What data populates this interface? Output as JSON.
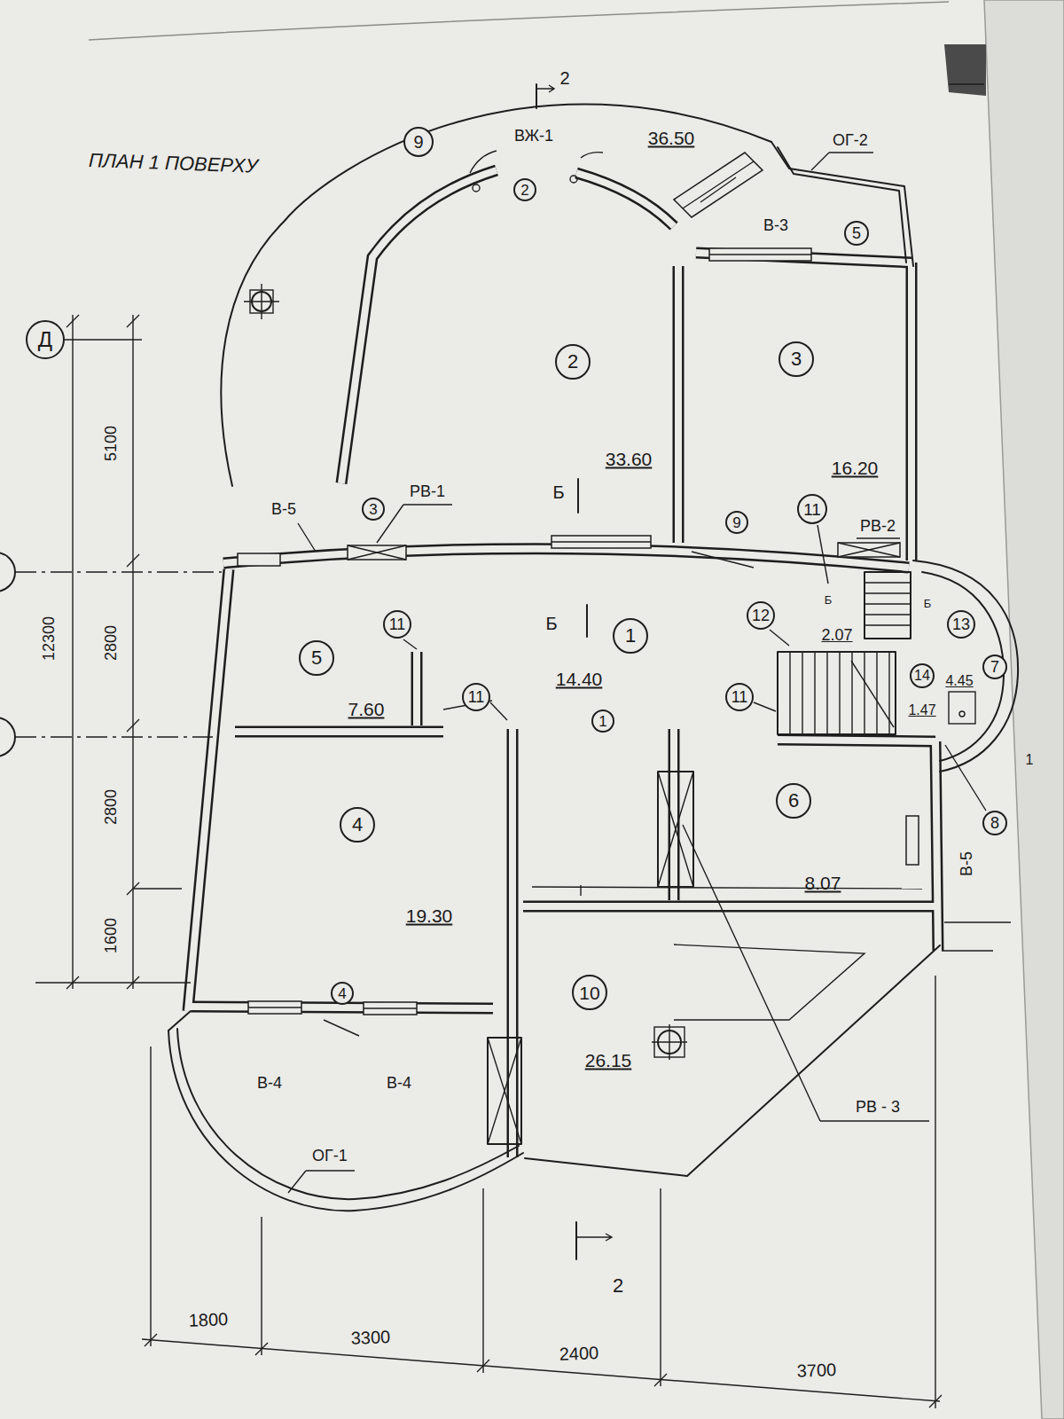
{
  "diagram": {
    "title": "ПЛАН 1 ПОВЕРХУ",
    "nodes": [
      {
        "text": [
          "Д"
        ]
      },
      {
        "text": [
          "9"
        ]
      },
      {
        "text": [
          "2"
        ]
      },
      {
        "text": [
          "5"
        ]
      },
      {
        "text": [
          "2"
        ]
      },
      {
        "text": [
          "3"
        ]
      },
      {
        "text": [
          "3"
        ]
      },
      {
        "text": [
          "11"
        ]
      },
      {
        "text": [
          "9"
        ]
      },
      {
        "text": [
          "12"
        ]
      },
      {
        "text": [
          "11"
        ]
      },
      {
        "text": [
          "13"
        ]
      },
      {
        "text": [
          "1"
        ]
      },
      {
        "text": [
          "5"
        ]
      },
      {
        "text": [
          "7"
        ]
      },
      {
        "text": [
          "14"
        ]
      },
      {
        "text": [
          "11"
        ]
      },
      {
        "text": [
          "11"
        ]
      },
      {
        "text": [
          "1"
        ]
      },
      {
        "text": [
          "6"
        ]
      },
      {
        "text": [
          "4"
        ]
      },
      {
        "text": [
          "8"
        ]
      },
      {
        "text": [
          "10"
        ]
      },
      {
        "text": [
          "4"
        ]
      }
    ],
    "labels": [
      "2",
      "ВЖ-1",
      "36.50",
      "ОГ-2",
      "В-3",
      "5100",
      "33.60",
      "16.20",
      "РВ-1",
      "Б",
      "В-5",
      "РВ-2",
      "Б",
      "Б",
      "Б",
      "2.07",
      "12300",
      "2800",
      "14.40",
      "4.45",
      "7.60",
      "1.47",
      "1",
      "2800",
      "В-5",
      "8.07",
      "19.30",
      "1600",
      "26.15",
      "В-4",
      "В-4",
      "РВ - 3",
      "ОГ-1",
      "2",
      "1800",
      "3300",
      "2400",
      "3700"
    ]
  }
}
